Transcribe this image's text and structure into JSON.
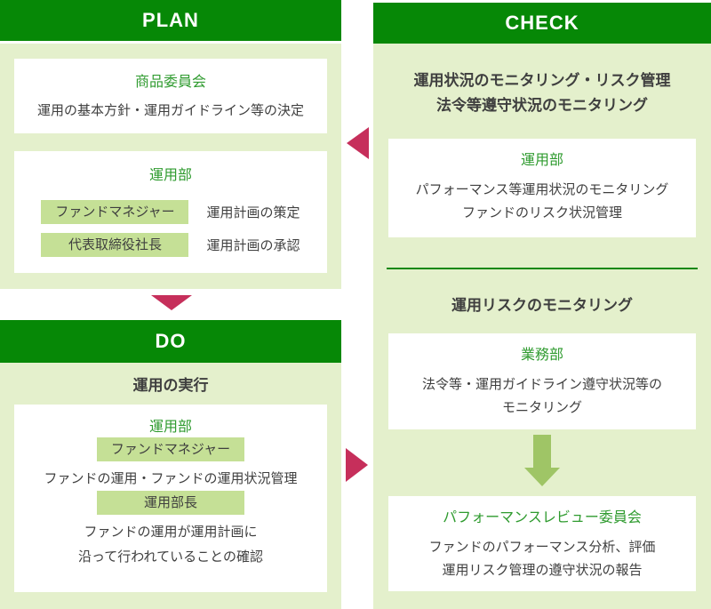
{
  "colors": {
    "header-bg": "#068806",
    "panel-bg": "#e4f0cc",
    "box-bg": "#ffffff",
    "badge-bg": "#c5e096",
    "green-text": "#2f9b2f",
    "body-text": "#3f3f3f",
    "pink": "#c62f5b",
    "olive": "#9fc566",
    "divider": "#118811"
  },
  "plan": {
    "header": "PLAN",
    "box1": {
      "title": "商品委員会",
      "desc": "運用の基本方針・運用ガイドライン等の決定"
    },
    "box2": {
      "title": "運用部",
      "rows": [
        {
          "badge": "ファンドマネジャー",
          "desc": "運用計画の策定"
        },
        {
          "badge": "代表取締役社長",
          "desc": "運用計画の承認"
        }
      ]
    }
  },
  "do": {
    "header": "DO",
    "subtitle": "運用の実行",
    "box": {
      "title": "運用部",
      "sections": [
        {
          "badge": "ファンドマネジャー",
          "desc": "ファンドの運用・ファンドの運用状況管理"
        },
        {
          "badge": "運用部長",
          "lines": [
            "ファンドの運用が運用計画に",
            "沿って行われていることの確認"
          ]
        }
      ]
    }
  },
  "check": {
    "header": "CHECK",
    "title_lines": [
      "運用状況のモニタリング・リスク管理",
      "法令等遵守状況のモニタリング"
    ],
    "box1": {
      "title": "運用部",
      "lines": [
        "パフォーマンス等運用状況のモニタリング",
        "ファンドのリスク状況管理"
      ]
    },
    "subtitle2": "運用リスクのモニタリング",
    "box2": {
      "title": "業務部",
      "lines": [
        "法令等・運用ガイドライン遵守状況等の",
        "モニタリング"
      ]
    },
    "box3": {
      "title": "パフォーマンスレビュー委員会",
      "lines": [
        "ファンドのパフォーマンス分析、評価",
        "運用リスク管理の遵守状況の報告"
      ]
    }
  }
}
